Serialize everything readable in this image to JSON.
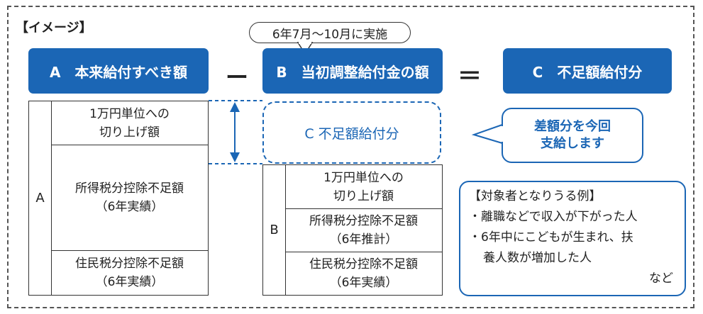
{
  "image_label": "【イメージ】",
  "schedule_callout": "6年7月〜10月に実施",
  "formula": {
    "a_label": "A　本来給付すべき額",
    "minus": "ー",
    "b_label": "B　当初調整給付金の額",
    "equals": "＝",
    "c_label": "C　不足額給付分"
  },
  "table_a": {
    "side_label": "A",
    "rows": [
      "1万円単位への\n切り上げ額",
      "所得税分控除不足額\n（6年実績）",
      "住民税分控除不足額\n（6年実績）"
    ]
  },
  "table_b": {
    "side_label": "B",
    "rows": [
      "1万円単位への\n切り上げ額",
      "所得税分控除不足額\n（6年推計）",
      "住民税分控除不足額\n（6年実績）"
    ]
  },
  "shortfall_box": "C 不足額給付分",
  "difference_note": "差額分を今回\n支給します",
  "examples": {
    "title": "【対象者となりうる例】",
    "items": [
      "・離職などで収入が下がった人",
      "・6年中にこどもが生まれ、扶",
      "養人数が増加した人"
    ],
    "etc": "など"
  },
  "colors": {
    "accent": "#1b66b5",
    "border": "#333333"
  }
}
